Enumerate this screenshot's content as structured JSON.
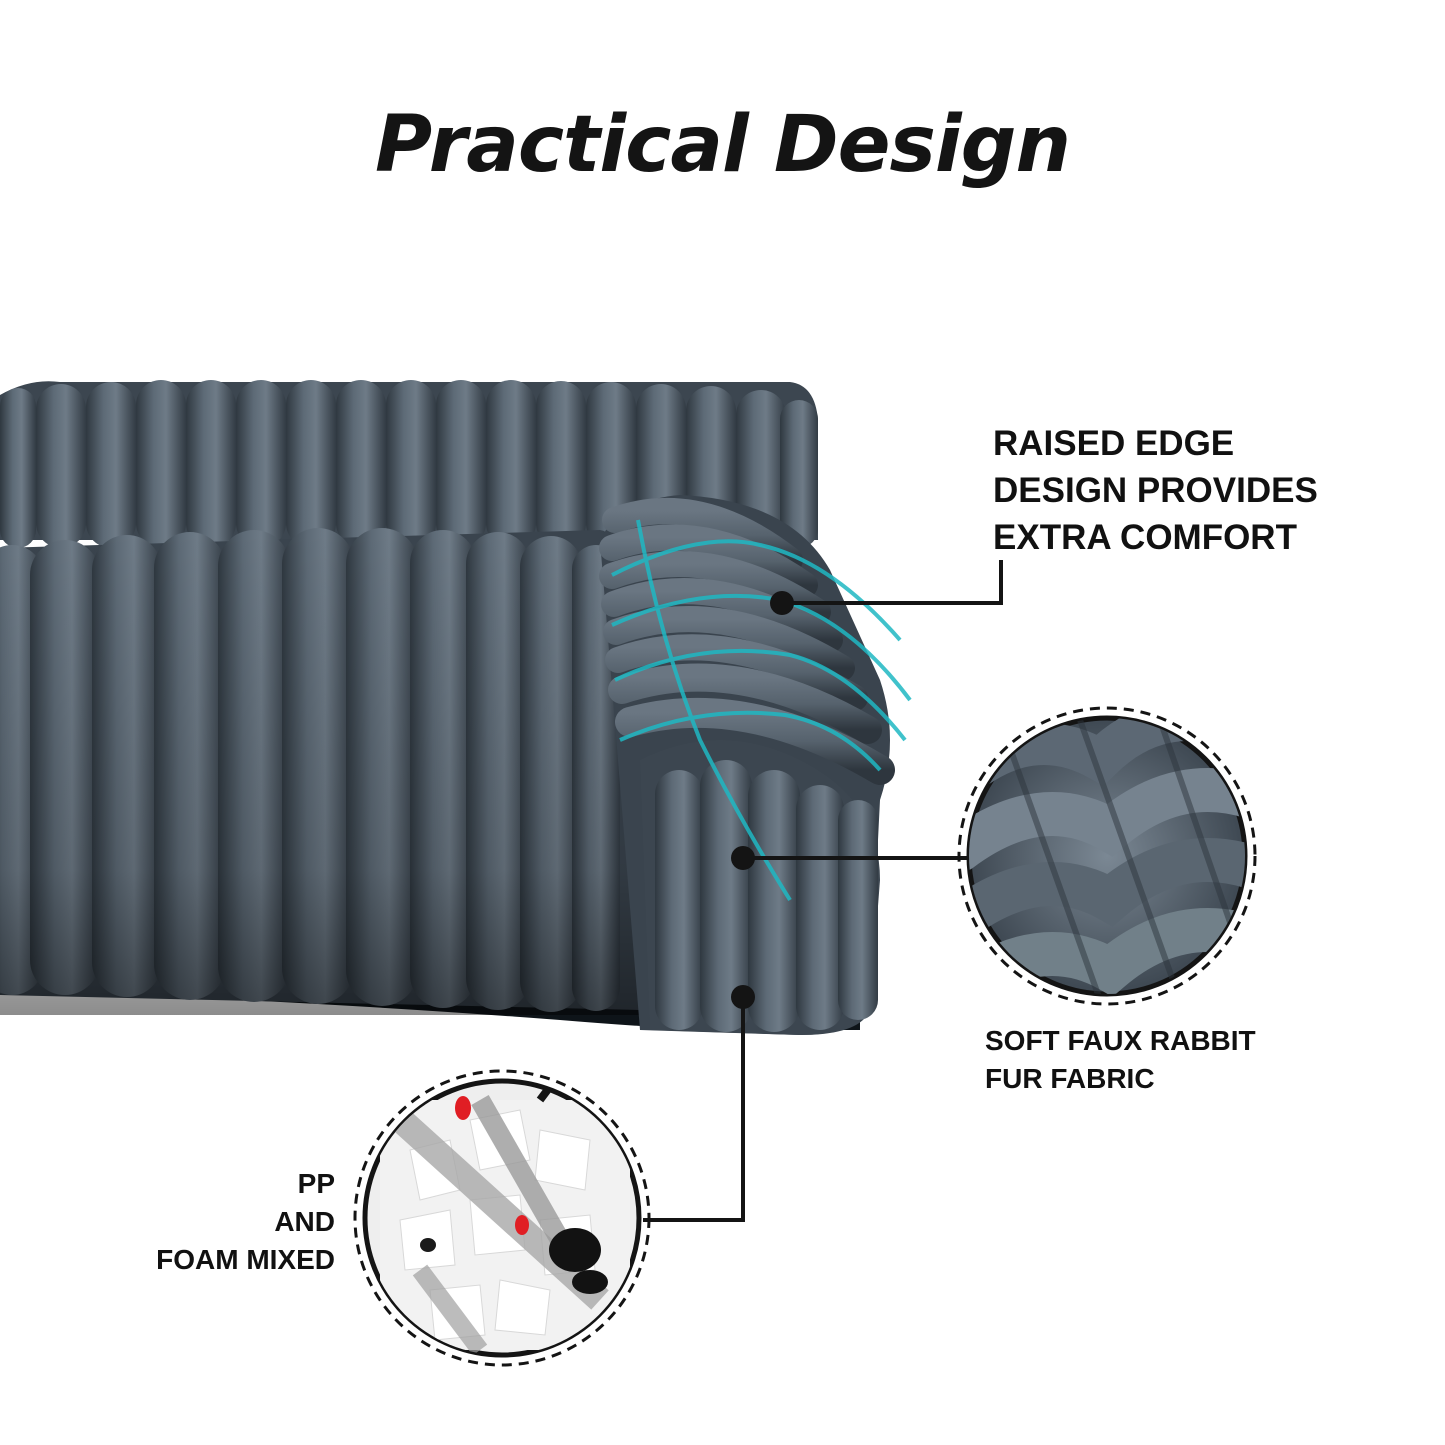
{
  "title": "Practical Design",
  "colors": {
    "fabric": "#4a5661",
    "fabric_dark": "#2e363e",
    "fabric_light": "#6b7783",
    "accent_lines": "#1fb8c3",
    "callout": "#141414",
    "background": "#ffffff"
  },
  "callouts": [
    {
      "id": "raised-edge",
      "lines": [
        "RAISED EDGE",
        "DESIGN PROVIDES",
        "EXTRA COMFORT"
      ]
    },
    {
      "id": "fur-fabric",
      "lines": [
        "SOFT FAUX RABBIT",
        "FUR FABRIC"
      ],
      "detail_image": "faux-fur-texture-closeup"
    },
    {
      "id": "filling",
      "lines": [
        "PP",
        "AND",
        "FOAM MIXED"
      ],
      "detail_image": "pp-cotton-foam-filling-closeup"
    }
  ],
  "product_image": "ribbed-plush-pet-sofa-bed-gray"
}
